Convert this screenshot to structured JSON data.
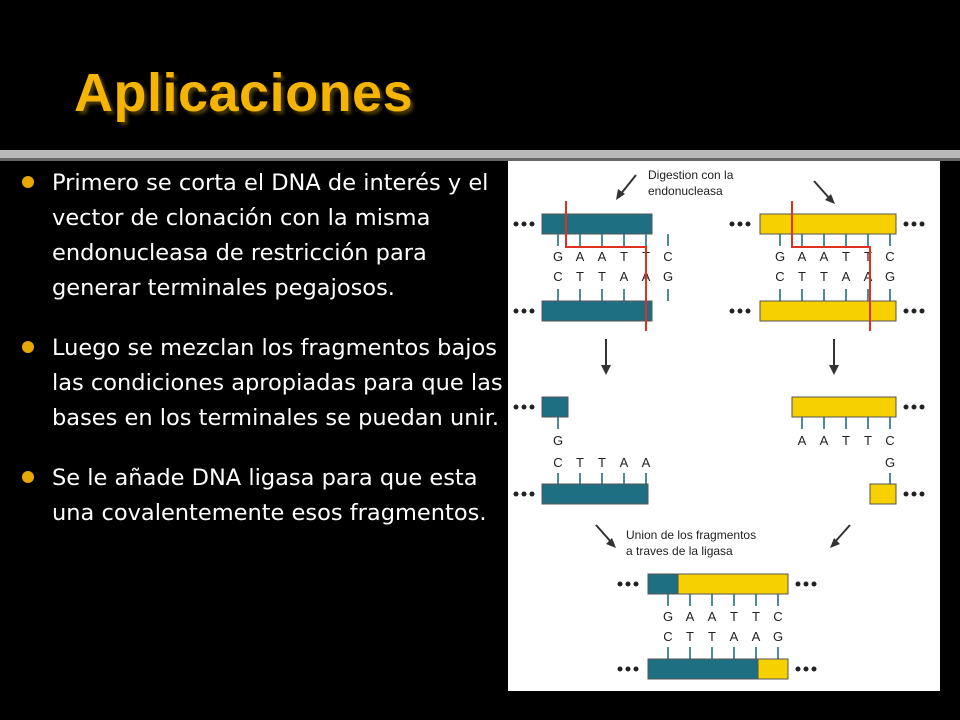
{
  "slide": {
    "title": "Aplicaciones"
  },
  "bullets": [
    {
      "text": "Primero se corta el DNA de interés y el vector de clonación con la misma endonucleasa de restricción para generar terminales pegajosos."
    },
    {
      "text": "Luego se mezclan los fragmentos bajos las condiciones apropiadas para que las bases en los terminales se puedan unir."
    },
    {
      "text": "Se le añade DNA ligasa para que esta una covalentemente esos fragmentos."
    }
  ],
  "diagram": {
    "label_digestion_1": "Digestion con la",
    "label_digestion_2": "endonucleasa",
    "label_union_1": "Union de los fragmentos",
    "label_union_2": "a traves de la ligasa",
    "top_strand_bases": [
      "G",
      "A",
      "A",
      "T",
      "T",
      "C"
    ],
    "bottom_strand_bases": [
      "C",
      "T",
      "T",
      "A",
      "A",
      "G"
    ],
    "cut_left_top_bases": [
      "G"
    ],
    "cut_left_bottom_bases": [
      "C",
      "T",
      "T",
      "A",
      "A"
    ],
    "cut_right_top_bases": [
      "A",
      "A",
      "T",
      "T",
      "C"
    ],
    "cut_right_bottom_bases": [
      "G"
    ],
    "colors": {
      "teal": "#1f6f82",
      "yellow": "#f7d000",
      "cut_line": "#e03020",
      "text": "#222222"
    }
  }
}
